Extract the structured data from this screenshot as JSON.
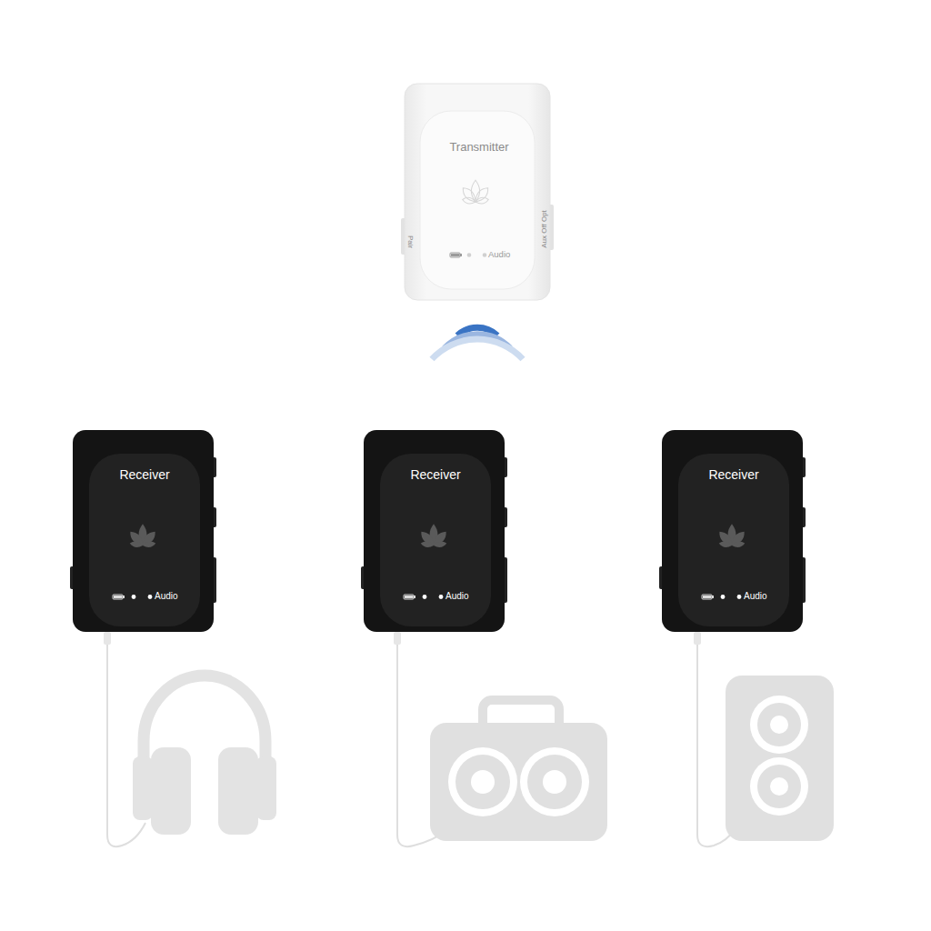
{
  "diagram": {
    "nodes": [
      {
        "text": [
          "Transmitter",
          "Audio"
        ]
      },
      {
        "text": [
          "Receiver",
          "Audio"
        ]
      },
      {
        "text": [
          "Receiver",
          "Audio"
        ]
      },
      {
        "text": [
          "Receiver",
          "Audio"
        ]
      }
    ],
    "labels": [
      "Pair",
      "Aux Off Opt"
    ]
  }
}
